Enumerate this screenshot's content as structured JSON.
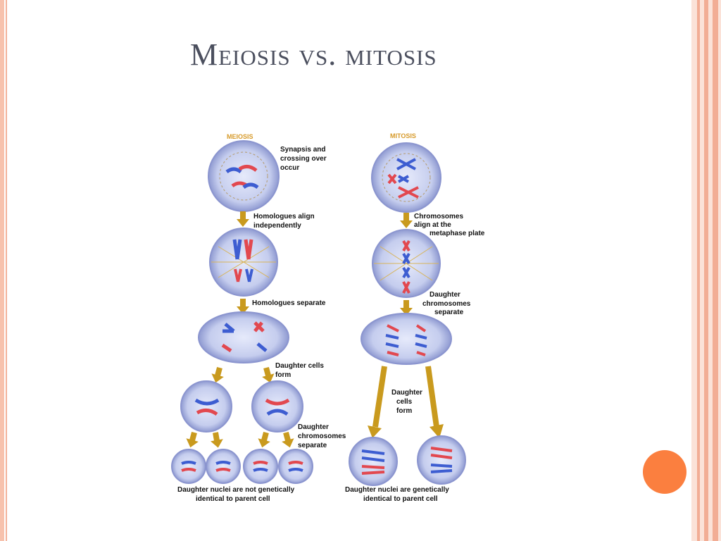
{
  "slide": {
    "title": "Meiosis vs. mitosis"
  },
  "colors": {
    "accent_dot": "#fb7f3f",
    "border": "#f2ad95",
    "title": "#4b4f5e",
    "header_label": "#d79a2a",
    "arrow": "#c99a1e",
    "chromosome_red": "#e2484f",
    "chromosome_blue": "#3d5dd1",
    "cell_fill": "#c7cfee"
  },
  "diagram": {
    "meiosis": {
      "header": "MEIOSIS",
      "labels": {
        "synapsis": [
          "Synapsis and",
          "crossing over",
          "occur"
        ],
        "align": [
          "Homologues align",
          "independently"
        ],
        "separate": "Homologues separate",
        "daughter_form": [
          "Daughter cells",
          "form"
        ],
        "chromosomes_separate": [
          "Daughter",
          "chromosomes",
          "separate"
        ],
        "result": [
          "Daughter nuclei are not genetically",
          "identical to parent cell"
        ]
      }
    },
    "mitosis": {
      "header": "MITOSIS",
      "labels": {
        "align": [
          "Chromosomes",
          "align at the",
          "metaphase plate"
        ],
        "separate": [
          "Daughter",
          "chromosomes",
          "separate"
        ],
        "daughter_form": [
          "Daughter",
          "cells",
          "form"
        ],
        "result": [
          "Daughter nuclei are  genetically",
          "identical to parent cell"
        ]
      }
    }
  }
}
